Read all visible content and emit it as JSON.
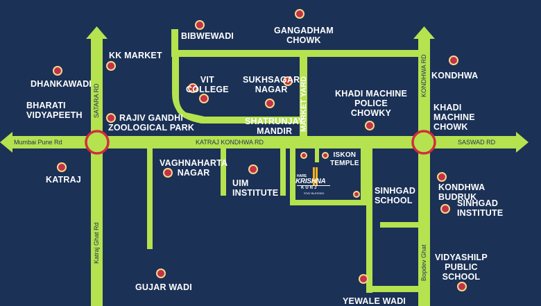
{
  "labels": {
    "bibwewadi": "BIBWEWADI",
    "gangadham": [
      "GANGADHAM",
      "CHOWK"
    ],
    "kk_market": "KK MARKET",
    "kondhwa": "KONDHWA",
    "dhankawadi": "DHANKAWADI",
    "vit": [
      "VIT",
      "COLLEGE"
    ],
    "sukhsagar": [
      "SUKHSAGAR",
      "NAGAR"
    ],
    "khadi_police": [
      "KHADI MACHINE",
      "POLICE",
      "CHOWKY"
    ],
    "bharati": [
      "BHARATI",
      "VIDYAPEETH"
    ],
    "rajiv": [
      "RAJIV GANDHI",
      "ZOOLOGICAL PARK"
    ],
    "shatrunjay": [
      "SHATRUNJAY",
      "MANDIR"
    ],
    "khadi_chowk": [
      "KHADI",
      "MACHINE",
      "CHOWK"
    ],
    "iskon": [
      "ISKON",
      "TEMPLE"
    ],
    "vaghnaharta": [
      "VAGHNAHARTA",
      "NAGAR"
    ],
    "katraj": "KATRAJ",
    "uim": [
      "UIM",
      "INSTITUTE"
    ],
    "kondhwa_budruk": [
      "KONDHWA",
      "BUDRUK"
    ],
    "sinhgad_school": [
      "SINHGAD",
      "SCHOOL"
    ],
    "sinhgad_institute": [
      "SINHGAD",
      "INSTITUTE"
    ],
    "vidyashilp": [
      "VIDYASHILP",
      "PUBLIC",
      "SCHOOL"
    ],
    "gujar_wadi": "GUJAR WADI",
    "yewale_wadi": "YEWALE WADI"
  },
  "roads": {
    "mumbai_pune": "Mumbai Pune Rd",
    "katraj_kondhwa": "KATRAJ KONDHWA RD",
    "saswad": "SASWAD RD",
    "satara": "SATARA RD",
    "katraj_ghat": "Katraj Ghat Rd",
    "market_yard": "MARKET YARD",
    "kondhwa_rd": "KONDHWA RD",
    "bopdev": "Bopdev Ghat"
  },
  "logo": {
    "top": "HARE",
    "main": "KRISHNA",
    "sub": "KUNJ",
    "tagline": "STAY BLESSED"
  },
  "colors": {
    "background": "#1b3156",
    "road": "#b5e24f",
    "marker_fill": "#c23347",
    "marker_ring": "#f6d88a",
    "junction_ring": "#d12d3d",
    "logo_accent": "#f2b31a"
  }
}
